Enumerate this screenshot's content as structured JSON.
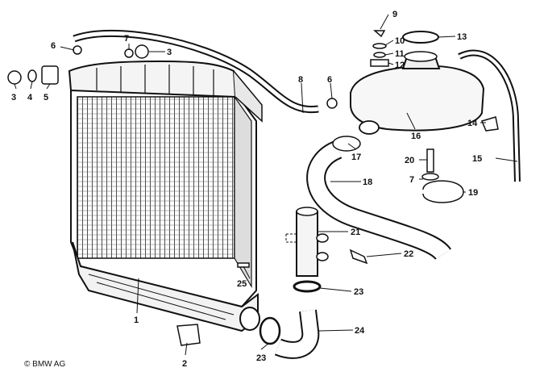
{
  "copyright": "© BMW AG",
  "labels": {
    "l1": "1",
    "l2": "2",
    "l3a": "3",
    "l3b": "3",
    "l4": "4",
    "l5": "5",
    "l6a": "6",
    "l6b": "6",
    "l7a": "7",
    "l7b": "7",
    "l8": "8",
    "l9": "9",
    "l10": "10",
    "l11": "11",
    "l12": "12",
    "l13": "13",
    "l14": "14",
    "l15": "15",
    "l16": "16",
    "l17": "17",
    "l18": "18",
    "l19": "19",
    "l20": "20",
    "l21": "21",
    "l22": "22",
    "l23a": "23",
    "l23b": "23",
    "l24": "24",
    "l25": "25"
  }
}
